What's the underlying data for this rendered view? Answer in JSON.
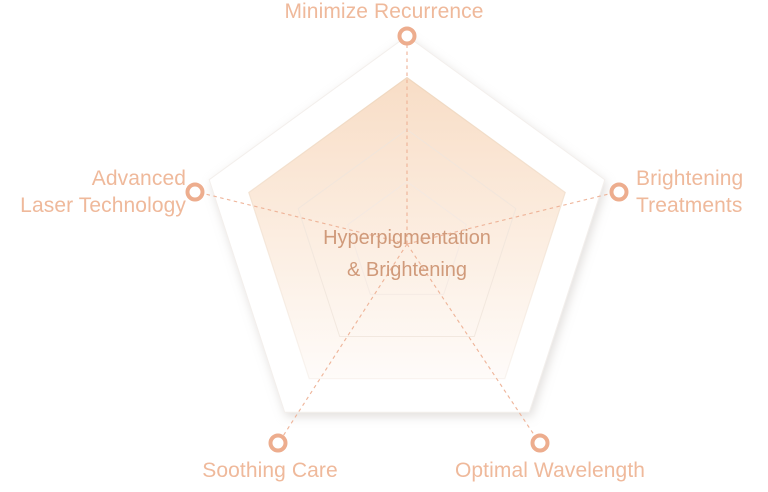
{
  "chart_data": {
    "type": "radar",
    "title": "Hyperpigmentation & Brightening",
    "center_label_lines": [
      "Hyperpigmentation",
      "& Brightening"
    ],
    "categories": [
      "Minimize Recurrence",
      "Brightening Treatments",
      "Optimal Wavelength",
      "Soothing Care",
      "Advanced Laser Technology"
    ],
    "series": [
      {
        "name": "Hyperpigmentation & Brightening",
        "values": [
          80,
          80,
          80,
          80,
          80
        ]
      }
    ],
    "rlim": [
      0,
      100
    ],
    "ring_levels": [
      100,
      80,
      55,
      30
    ],
    "grid": "pentagon",
    "legend": "none",
    "xlabel": "",
    "ylabel": "",
    "colors": {
      "label": "#efb99b",
      "center_text": "#d09a7a",
      "spoke_dash": "#eab196",
      "vertex_ring": "#eeb194",
      "vertex_core": "#ffffff",
      "outer_fill": "#ffffff",
      "series_fill_top": "#fae2cd",
      "series_fill_bottom": "#fdf7f2",
      "grid_line": "#f1e4da",
      "shadow": "#cfcfcf"
    }
  },
  "axis_labels": {
    "top": "Minimize Recurrence",
    "right": "Brightening\nTreatments",
    "left": "Advanced\nLaser Technology",
    "bottom_right": "Optimal Wavelength",
    "bottom_left": "Soothing Care"
  },
  "center": {
    "line1": "Hyperpigmentation",
    "line2": "& Brightening"
  }
}
